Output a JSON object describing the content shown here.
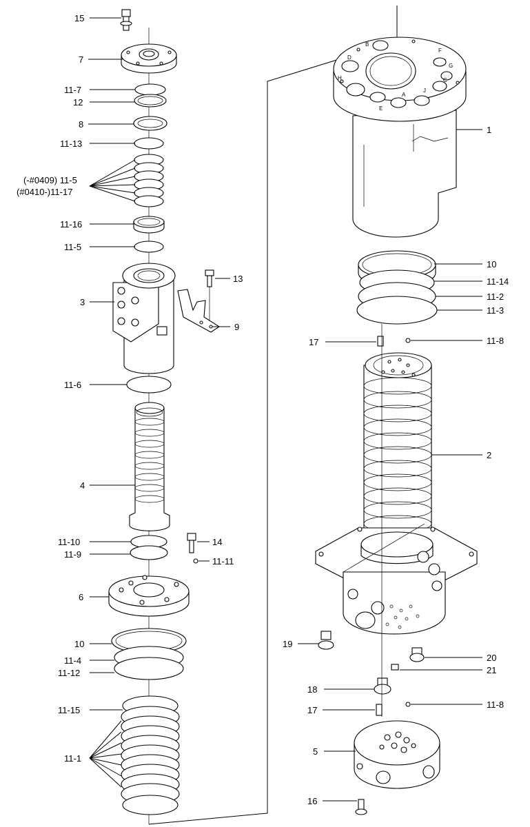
{
  "diagram": {
    "labels_left": {
      "p15": "15",
      "p7": "7",
      "p11_7": "11-7",
      "p12": "12",
      "p8": "8",
      "p11_13": "11-13",
      "p11_5a": "(-#0409) 11-5",
      "p11_17": "(#0410-)11-17",
      "p11_16": "11-16",
      "p11_5b": "11-5",
      "p3": "3",
      "p13": "13",
      "p9": "9",
      "p11_6": "11-6",
      "p4": "4",
      "p11_10": "11-10",
      "p11_9": "11-9",
      "p14": "14",
      "p11_11": "11-11",
      "p6": "6",
      "p10": "10",
      "p11_4": "11-4",
      "p11_12": "11-12",
      "p11_15": "11-15",
      "p11_1": "11-1"
    },
    "labels_right": {
      "p1": "1",
      "p10": "10",
      "p11_14": "11-14",
      "p11_2": "11-2",
      "p11_3": "11-3",
      "p17a": "17",
      "p11_8a": "11-8",
      "p2": "2",
      "p19": "19",
      "p20": "20",
      "p21": "21",
      "p18": "18",
      "p17b": "17",
      "p11_8b": "11-8",
      "p5": "5",
      "p16": "16"
    },
    "port_letters": {
      "a": "A",
      "b": "B",
      "c": "C",
      "d": "D",
      "e": "E",
      "f": "F",
      "g": "G",
      "h": "H",
      "j": "J"
    }
  }
}
